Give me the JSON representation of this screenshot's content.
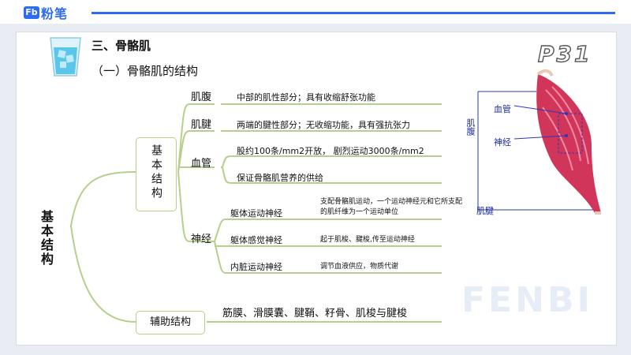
{
  "brand": {
    "logo": "Fb",
    "name": "粉笔"
  },
  "heading": {
    "title": "三、骨骼肌",
    "subtitle": "（一）骨骼肌的结构"
  },
  "page_tag": "P31",
  "watermark": "FENBI",
  "mindmap": {
    "root": "基本结构",
    "basic": "基本结构",
    "muscle_belly": {
      "label": "肌腹",
      "desc": "中部的肌性部分；具有收缩舒张功能"
    },
    "tendon": {
      "label": "肌腱",
      "desc": "两端的腱性部分；无收缩功能，具有强抗张力"
    },
    "vessel": {
      "label": "血管",
      "desc1": "股约100条/mm2开放， 剧烈运动3000条/mm2",
      "desc2": "保证骨骼肌营养的供给"
    },
    "nerve": {
      "label": "神经",
      "motor": {
        "label": "躯体运动神经",
        "desc": "支配骨骼肌运动，一个运动神经元和它所支配的肌纤维为一个运动单位"
      },
      "sensory": {
        "label": "躯体感觉神经",
        "desc": "起于肌梭、腱梭,传至运动神经"
      },
      "visceral": {
        "label": "内脏运动神经",
        "desc": "调节血液供应，物质代谢"
      }
    },
    "auxiliary": {
      "label": "辅助结构",
      "desc": "筋膜、滑膜囊、腱鞘、籽骨、肌梭与腱梭"
    }
  },
  "figure_labels": {
    "vessel": "血管",
    "nerve": "神经",
    "belly": "肌腹",
    "tendon": "肌腱"
  },
  "colors": {
    "brand": "#2f6bf0",
    "branch": "#b7cf8a",
    "label_blue": "#1a2a9a",
    "muscle": "#d2355a"
  }
}
